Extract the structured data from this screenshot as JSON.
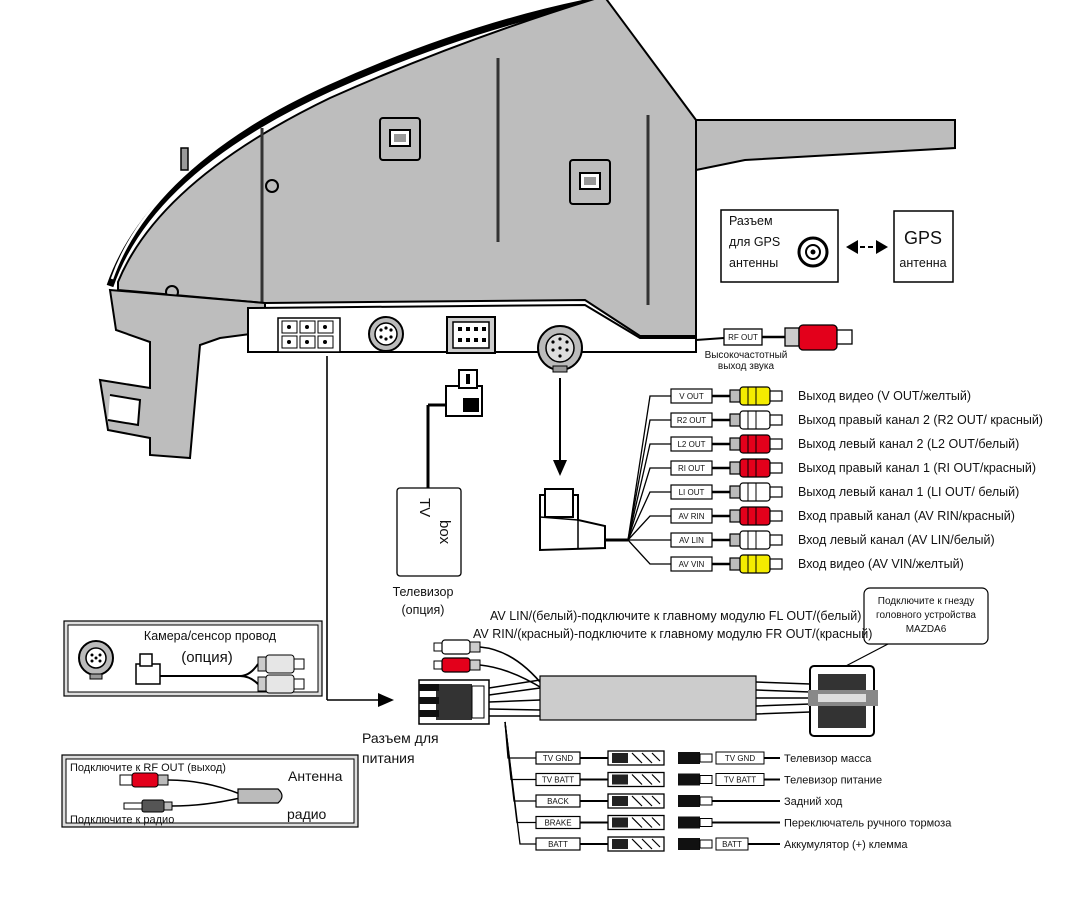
{
  "gps": {
    "socket_line1": "Разъем",
    "socket_line2": "для GPS",
    "socket_line3": "антенны",
    "antenna_title": "GPS",
    "antenna_sub": "антенна"
  },
  "rf_out": {
    "tag": "RF OUT",
    "label_line1": "Высокочастотный",
    "label_line2": "выход звука"
  },
  "rca_outputs": [
    {
      "tag": "V OUT",
      "plug_color": "#f4ec00",
      "label": "Выход видео (V  OUT/желтый)"
    },
    {
      "tag": "R2 OUT",
      "plug_color": "#ffffff",
      "label": "Выход правый канал 2 (R2 OUT/ красный)"
    },
    {
      "tag": "L2 OUT",
      "plug_color": "#e3001b",
      "label": "Выход левый канал 2 (L2  OUT/белый)"
    },
    {
      "tag": "RI OUT",
      "plug_color": "#e3001b",
      "label": "Выход правый канал 1  (RI  OUT/красный)"
    },
    {
      "tag": "LI OUT",
      "plug_color": "#ffffff",
      "label": "Выход левый канал 1 (LI  OUT/ белый)"
    },
    {
      "tag": "AV RIN",
      "plug_color": "#e3001b",
      "label": "Вход правый канал (AV  RIN/красный)"
    },
    {
      "tag": "AV LIN",
      "plug_color": "#ffffff",
      "label": "Вход левый канал (AV  LIN/белый)"
    },
    {
      "tag": "AV VIN",
      "plug_color": "#f4ec00",
      "label": "Вход видео (AV VIN/желтый)"
    }
  ],
  "tv_box": {
    "word1": "TV",
    "word2": "box",
    "caption1": "Телевизор",
    "caption2": "(опция)"
  },
  "camera": {
    "line1": "Камера/сенсор провод",
    "line2": "(опция)"
  },
  "mazda_note": {
    "line1": "Подключите к гнезду",
    "line2": "головного устройства",
    "line3": "MAZDA6"
  },
  "av_notes": {
    "line1": "AV LIN/(белый)-подключите к главному модулю FL OUT/(белый)",
    "line2": "AV RIN/(красный)-подключите к главному модулю FR OUT/(красный)"
  },
  "power": {
    "line1": "Разъем для",
    "line2": "питания"
  },
  "antenna_box": {
    "rf_label": "Подключите к  RF OUT  (выход)",
    "radio_label": "Подключите к радио",
    "antenna_word": "Антенна",
    "radio_word": "радио"
  },
  "power_wires": [
    {
      "tag": "TV GND",
      "far_tag": "TV GND",
      "label": "Телевизор масса"
    },
    {
      "tag": "TV BATT",
      "far_tag": "TV BATT",
      "label": "Телевизор питание"
    },
    {
      "tag": "BACK",
      "far_tag": "",
      "label": "Задний ход"
    },
    {
      "tag": "BRAKE",
      "far_tag": "",
      "label": "Переключатель ручного тормоза"
    },
    {
      "tag": "BATT",
      "far_tag": "BATT",
      "label": "Аккумулятор (+) клемма"
    }
  ]
}
